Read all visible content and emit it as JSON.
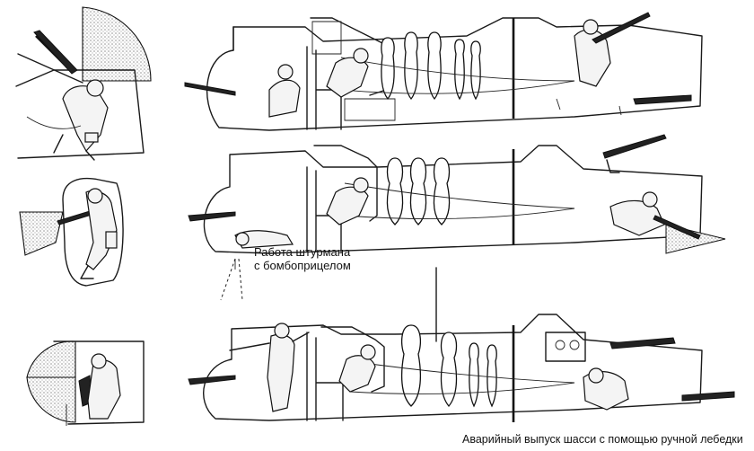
{
  "labels": {
    "navigator_line1": "Работа штурмана",
    "navigator_line2": "с бомбоприцелом",
    "gear_caption": "Аварийный выпуск шасси с помощью ручной лебедки"
  },
  "colors": {
    "ink": "#1a1a1a",
    "stipple": "#9a9a9a",
    "paper": "#ffffff"
  },
  "views": [
    {
      "id": "view-top",
      "bombs": 5
    },
    {
      "id": "view-middle",
      "bombs": 3
    },
    {
      "id": "view-bottom",
      "bombs": 4
    }
  ]
}
